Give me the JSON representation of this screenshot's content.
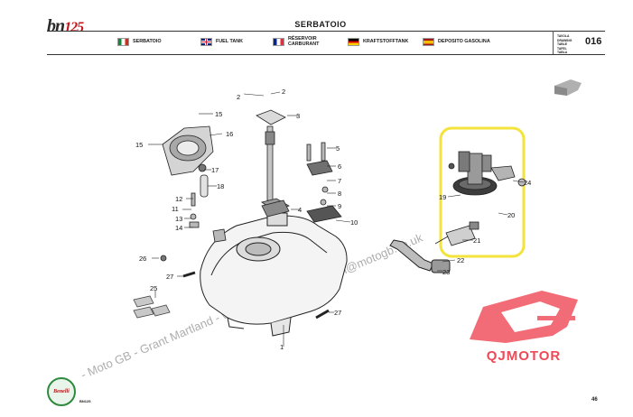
{
  "header": {
    "logo_main": "bn",
    "logo_accent": "125",
    "title": "SERBATOIO",
    "languages": [
      {
        "flag": "italy-flag-icon",
        "label": "SERBATOIO"
      },
      {
        "flag": "uk-flag-icon",
        "label": "FUEL TANK"
      },
      {
        "flag": "france-flag-icon",
        "label": "RÉSERVOIR\nCARBURANT"
      },
      {
        "flag": "germany-flag-icon",
        "label": "KRAFTSTOFFTANK"
      },
      {
        "flag": "spain-flag-icon",
        "label": "DEPOSITO GASOLINA"
      }
    ],
    "table_labels": [
      "TAVOLA",
      "DRAWING",
      "TABLE",
      "TAFEL",
      "TABLA"
    ],
    "table_number": "016"
  },
  "parts": [
    {
      "n": "1"
    },
    {
      "n": "2"
    },
    {
      "n": "2"
    },
    {
      "n": "3"
    },
    {
      "n": "4"
    },
    {
      "n": "5"
    },
    {
      "n": "6"
    },
    {
      "n": "7"
    },
    {
      "n": "8"
    },
    {
      "n": "9"
    },
    {
      "n": "10"
    },
    {
      "n": "11"
    },
    {
      "n": "12"
    },
    {
      "n": "13"
    },
    {
      "n": "14"
    },
    {
      "n": "15"
    },
    {
      "n": "15"
    },
    {
      "n": "16"
    },
    {
      "n": "17"
    },
    {
      "n": "18"
    },
    {
      "n": "19"
    },
    {
      "n": "20"
    },
    {
      "n": "21"
    },
    {
      "n": "22"
    },
    {
      "n": "23"
    },
    {
      "n": "24"
    },
    {
      "n": "25"
    },
    {
      "n": "26"
    },
    {
      "n": "27"
    },
    {
      "n": "27"
    }
  ],
  "watermark": "- Moto GB - Grant Martland - www.motogb.co.uk",
  "watermark2": "artlan@motogb.co.uk",
  "brand": {
    "qj_text": "QJMOTOR",
    "qj_color": "#ef4856",
    "benelli_text": "Benelli"
  },
  "highlight_color": "#f3e33b",
  "footer": {
    "model": "BN125",
    "page": "46"
  }
}
